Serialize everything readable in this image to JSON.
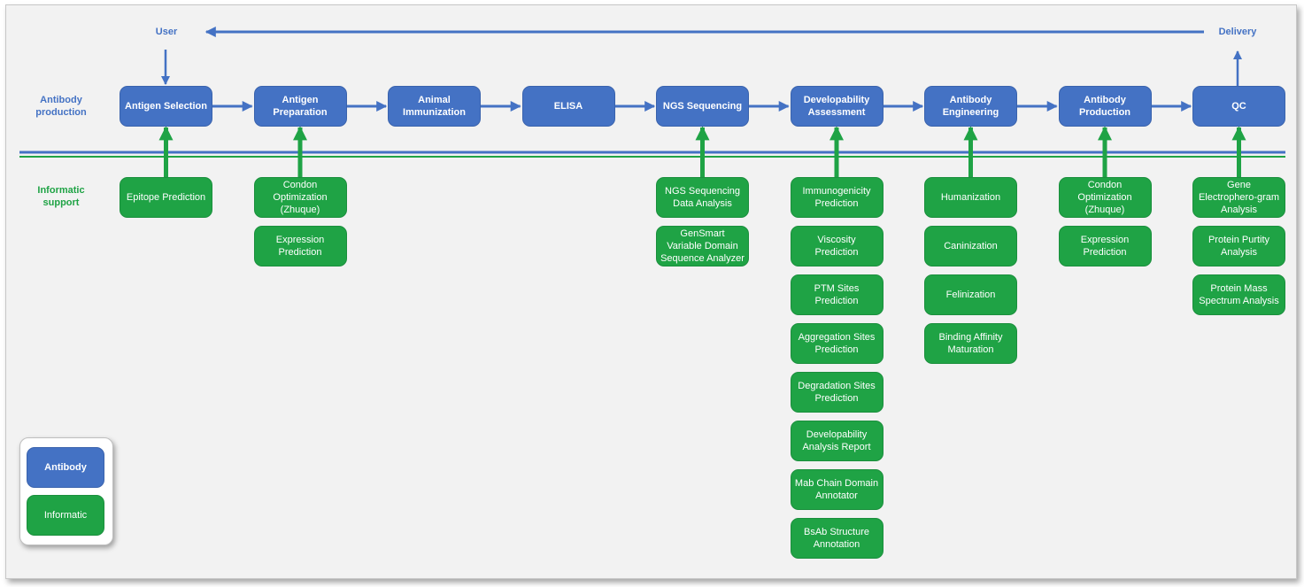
{
  "labels": {
    "user": "User",
    "delivery": "Delivery",
    "antibody_production": "Antibody\nproduction",
    "informatic_support": "Informatic\nsupport"
  },
  "pipeline": [
    {
      "id": "antigen-selection",
      "label": "Antigen Selection"
    },
    {
      "id": "antigen-preparation",
      "label": "Antigen\nPreparation"
    },
    {
      "id": "animal-immunization",
      "label": "Animal\nImmunization"
    },
    {
      "id": "elisa",
      "label": "ELISA"
    },
    {
      "id": "ngs-sequencing",
      "label": "NGS Sequencing"
    },
    {
      "id": "developability-assessment",
      "label": "Developability\nAssessment"
    },
    {
      "id": "antibody-engineering",
      "label": "Antibody\nEngineering"
    },
    {
      "id": "antibody-production",
      "label": "Antibody\nProduction"
    },
    {
      "id": "qc",
      "label": "QC"
    }
  ],
  "informatic": [
    {
      "stage": 0,
      "items": [
        "Epitope Prediction"
      ]
    },
    {
      "stage": 1,
      "items": [
        "Condon\nOptimization\n(Zhuque)",
        "Expression\nPrediction"
      ]
    },
    {
      "stage": 4,
      "items": [
        "NGS Sequencing\nData Analysis",
        "GenSmart\nVariable Domain\nSequence Analyzer"
      ]
    },
    {
      "stage": 5,
      "items": [
        "Immunogenicity\nPrediction",
        "Viscosity\nPrediction",
        "PTM Sites\nPrediction",
        "Aggregation Sites\nPrediction",
        "Degradation Sites\nPrediction",
        "Developability\nAnalysis Report",
        "Mab Chain Domain\nAnnotator",
        "BsAb Structure\nAnnotation"
      ]
    },
    {
      "stage": 6,
      "items": [
        "Humanization",
        "Caninization",
        "Felinization",
        "Binding Affinity\nMaturation"
      ]
    },
    {
      "stage": 7,
      "items": [
        "Condon\nOptimization\n(Zhuque)",
        "Expression\nPrediction"
      ]
    },
    {
      "stage": 8,
      "items": [
        "Gene\nElectrophero-gram\nAnalysis",
        "Protein Purtity\nAnalysis",
        "Protein Mass\nSpectrum Analysis"
      ]
    }
  ],
  "legend": {
    "antibody": "Antibody",
    "informatic": "Informatic"
  },
  "colors": {
    "blue": "#4472c4",
    "green": "#1fa345",
    "background": "#f2f2f2"
  }
}
